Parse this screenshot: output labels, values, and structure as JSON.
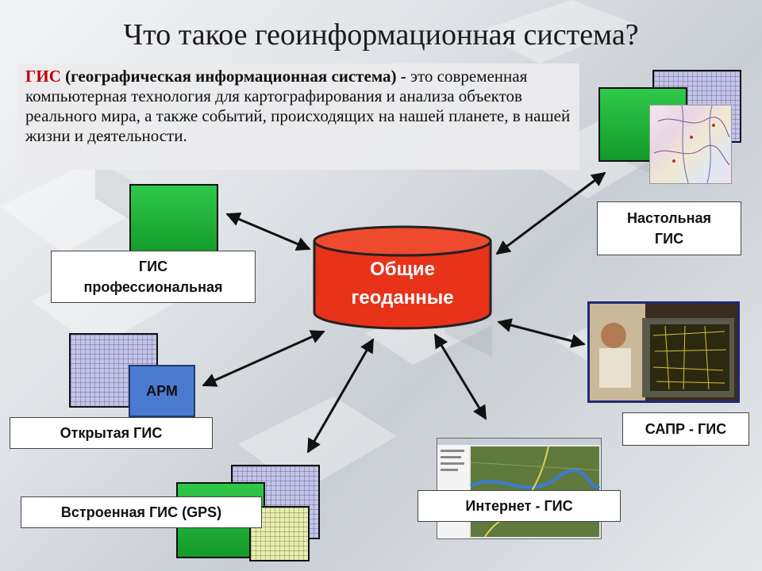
{
  "title": "Что такое геоинформационная система?",
  "definition": {
    "term": "ГИС",
    "expansion": "(географическая информационная система) -",
    "text": "это современная компьютерная технология для картографирования и анализа объектов реального мира, а также событий, происходящих на нашей планете, в нашей жизни и деятельности."
  },
  "center": {
    "line1": "Общие",
    "line2": "геоданные"
  },
  "nodes": {
    "professional": {
      "line1": "ГИС",
      "line2": "профессиональная"
    },
    "desktop": {
      "line1": "Настольная",
      "line2": "ГИС"
    },
    "workstation": "АРМ",
    "open": "Открытая ГИС",
    "cad": "САПР - ГИС",
    "embedded": "Встроенная ГИС (GPS)",
    "internet": "Интернет - ГИС"
  },
  "colors": {
    "cylinder": "#e8321a",
    "green_screen": "#1fae36",
    "term": "#c00000",
    "workstation": "#4a7bd0"
  }
}
